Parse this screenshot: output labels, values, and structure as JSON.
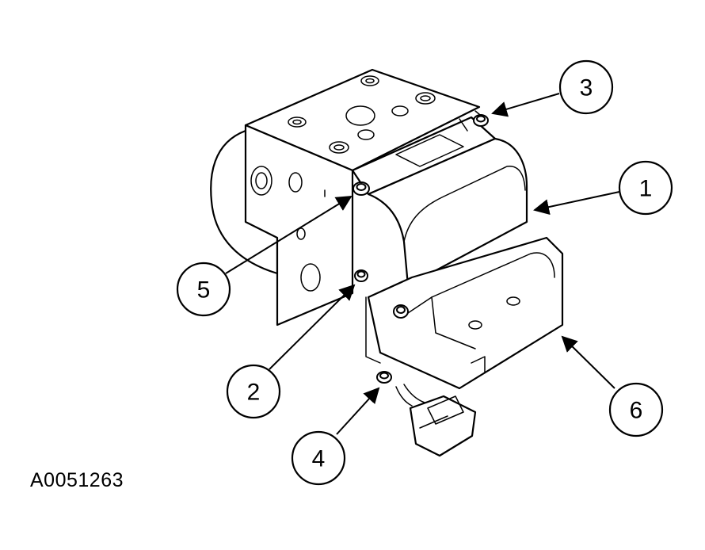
{
  "figure_id": "A0051263",
  "callouts": [
    {
      "label": "1"
    },
    {
      "label": "2"
    },
    {
      "label": "3"
    },
    {
      "label": "4"
    },
    {
      "label": "5"
    },
    {
      "label": "6"
    }
  ]
}
